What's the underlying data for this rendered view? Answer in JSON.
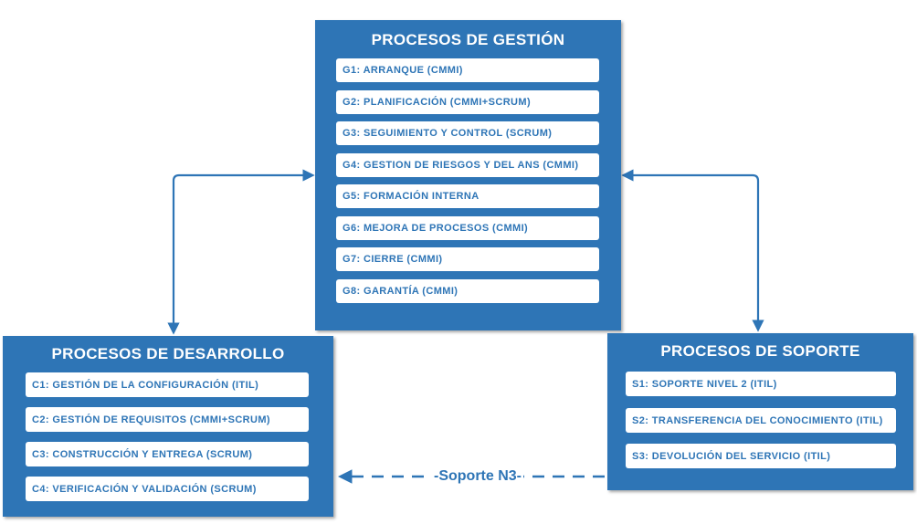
{
  "colors": {
    "panel": "#2e75b6",
    "item_text": "#2e75b6",
    "connector": "#2e75b6"
  },
  "gestion": {
    "title": "PROCESOS DE GESTIÓN",
    "items": [
      "G1: ARRANQUE (CMMI)",
      "G2: PLANIFICACIÓN (CMMI+SCRUM)",
      "G3: SEGUIMIENTO Y CONTROL (SCRUM)",
      "G4: GESTION DE RIESGOS Y DEL ANS (CMMI)",
      "G5: FORMACIÓN INTERNA",
      "G6: MEJORA DE PROCESOS (CMMI)",
      "G7: CIERRE (CMMI)",
      "G8: GARANTÍA (CMMI)"
    ]
  },
  "desarrollo": {
    "title": "PROCESOS DE DESARROLLO",
    "items": [
      "C1: GESTIÓN DE LA CONFIGURACIÓN (ITIL)",
      "C2: GESTIÓN DE REQUISITOS (CMMI+SCRUM)",
      "C3: CONSTRUCCIÓN Y ENTREGA (SCRUM)",
      "C4: VERIFICACIÓN Y VALIDACIÓN (SCRUM)"
    ]
  },
  "soporte": {
    "title": "PROCESOS DE SOPORTE",
    "items": [
      "S1: SOPORTE NIVEL 2 (ITIL)",
      "S2: TRANSFERENCIA DEL CONOCIMIENTO (ITIL)",
      "S3: DEVOLUCIÓN DEL SERVICIO (ITIL)"
    ]
  },
  "connectors": {
    "soporte_to_desarrollo_label": "-Soporte N3-"
  }
}
